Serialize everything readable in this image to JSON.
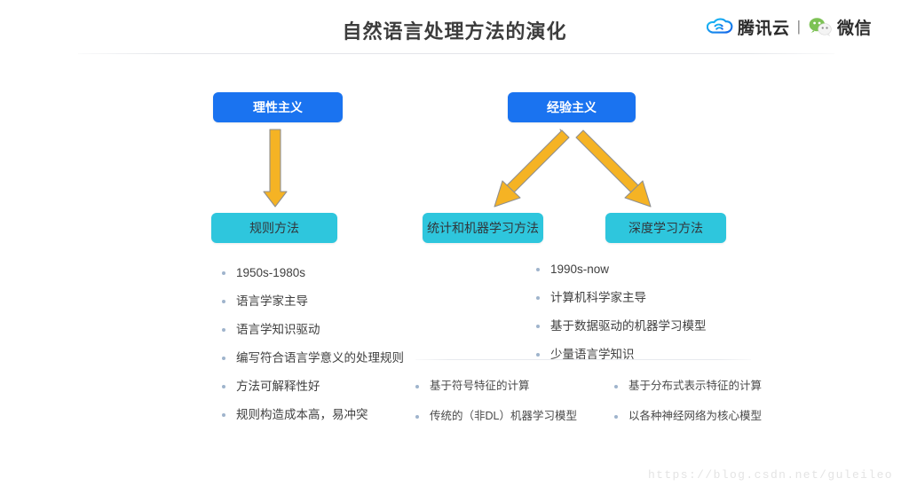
{
  "header": {
    "title": "自然语言处理方法的演化",
    "brand": {
      "cloud_label": "腾讯云",
      "separator": "|",
      "wechat_label": "微信",
      "cloud_icon": "tencent-cloud-icon",
      "wechat_icon": "wechat-icon",
      "cloud_color": "#12b7f5",
      "wechat_color": "#7bc144"
    }
  },
  "diagram": {
    "boxes": [
      {
        "id": "rationalism",
        "label": "理性主义",
        "color": "#1a73f0",
        "style": "blue"
      },
      {
        "id": "empiricism",
        "label": "经验主义",
        "color": "#1a73f0",
        "style": "blue"
      },
      {
        "id": "rule-methods",
        "label": "规则方法",
        "color": "#2ec6dd",
        "style": "cyan"
      },
      {
        "id": "statistical-ml-methods",
        "label": "统计和机器学习方法",
        "color": "#2ec6dd",
        "style": "cyan"
      },
      {
        "id": "deep-learning-methods",
        "label": "深度学习方法",
        "color": "#2ec6dd",
        "style": "cyan"
      }
    ],
    "arrow_color": "#f5b324",
    "arrow_stroke": "#8f8f8f"
  },
  "lists": {
    "rule_methods": [
      "1950s-1980s",
      "语言学家主导",
      "语言学知识驱动",
      "编写符合语言学意义的处理规则",
      "方法可解释性好",
      "规则构造成本高，易冲突"
    ],
    "empiricism_methods": [
      "1990s-now",
      "计算机科学家主导",
      "基于数据驱动的机器学习模型",
      "少量语言学知识"
    ],
    "statistical_sub": [
      "基于符号特征的计算",
      "传统的（非DL）机器学习模型"
    ],
    "deep_learning_sub": [
      "基于分布式表示特征的计算",
      "以各种神经网络为核心模型"
    ]
  },
  "watermark": "https://blog.csdn.net/guleileo"
}
